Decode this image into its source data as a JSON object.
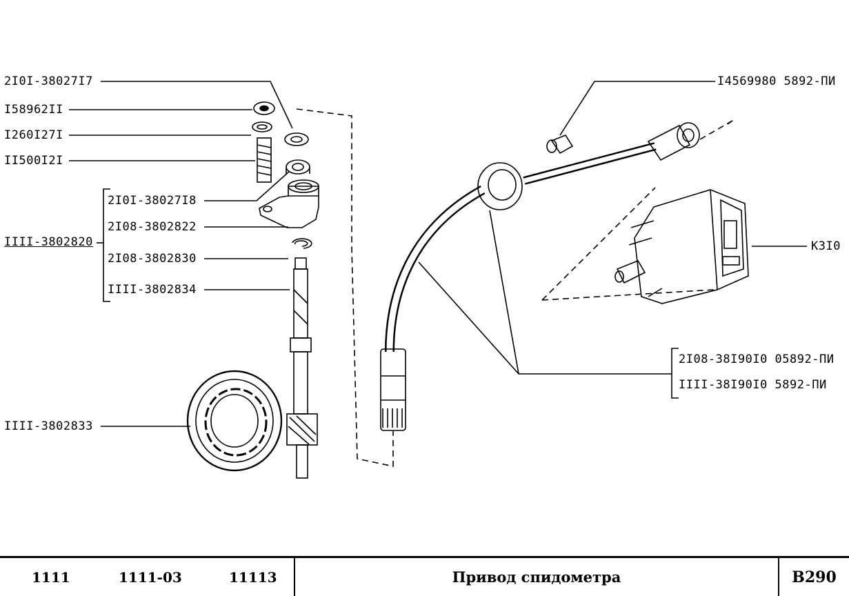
{
  "labels": {
    "p1": "2I0I-38027I7",
    "p2": "I58962II",
    "p3": "I260I27I",
    "p4": "II500I2I",
    "group": "IIII-3802820",
    "p5": "2I0I-38027I8",
    "p6": "2I08-3802822",
    "p7": "2I08-3802830",
    "p8": "IIII-3802834",
    "p9": "IIII-3802833",
    "p10": "I4569980 5892-ПИ",
    "p11": "К3I0",
    "p12": "2I08-38I90I0 05892-ПИ",
    "p13": "IIII-38I90I0  5892-ПИ"
  },
  "title_block": {
    "models": [
      "1111",
      "1111-03",
      "11113"
    ],
    "title": "Привод спидометра",
    "code": "В290"
  }
}
